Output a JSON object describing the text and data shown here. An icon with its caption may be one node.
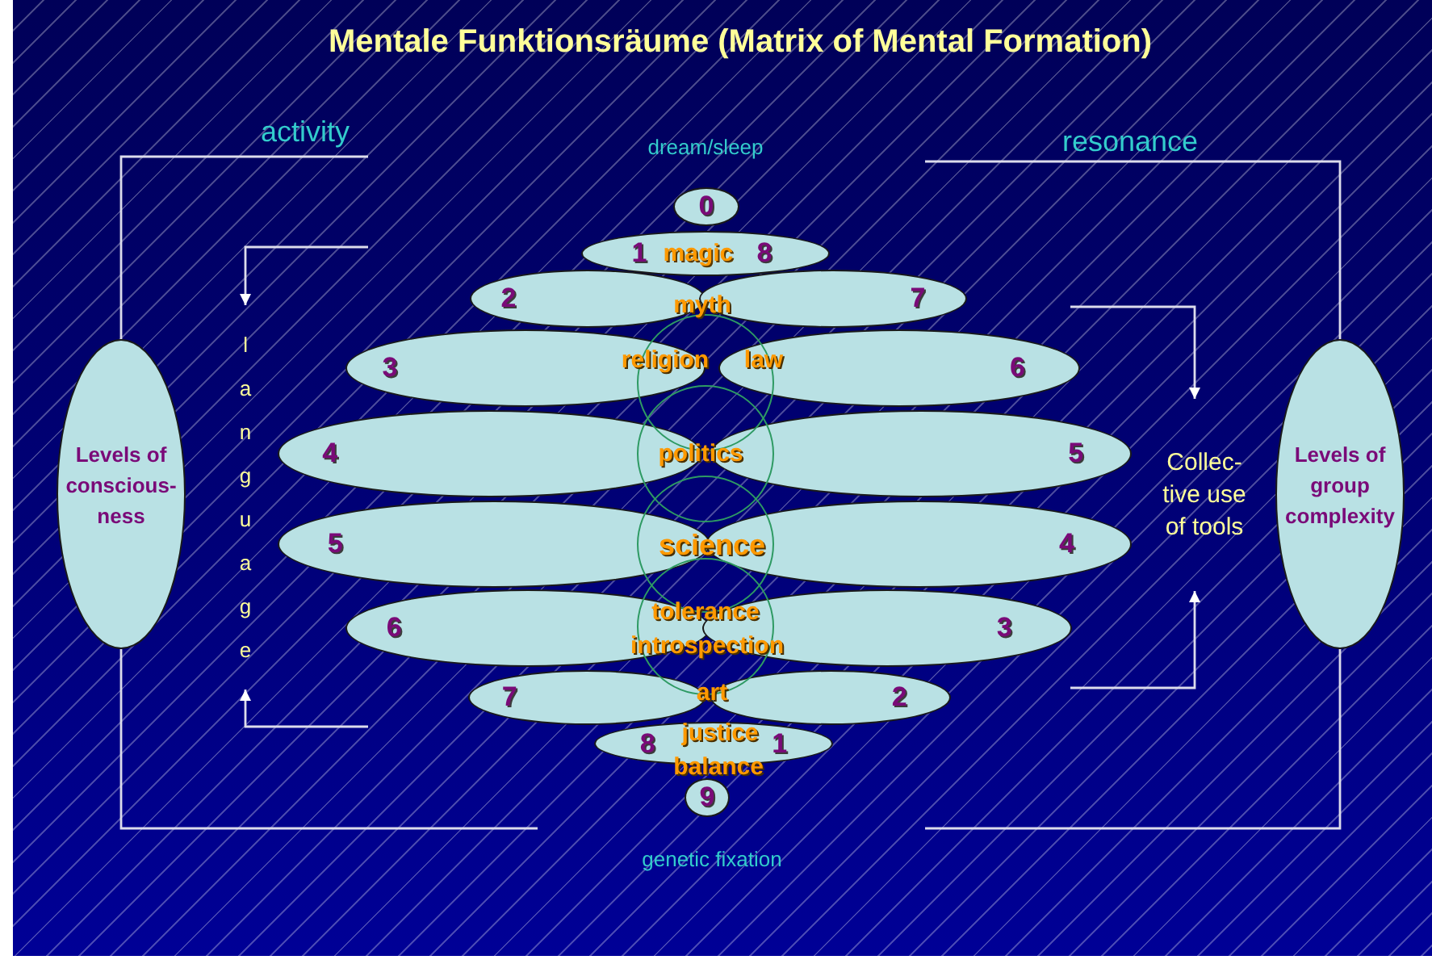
{
  "diagram": {
    "title": "Mentale Funktionsräume (Matrix of Mental Formation)",
    "nodes": [
      {
        "text": [
          "0"
        ]
      },
      {
        "text": [
          "1",
          "magic",
          "8"
        ]
      },
      {
        "text": [
          "2"
        ]
      },
      {
        "text": [
          "7"
        ]
      },
      {
        "text": [
          "3"
        ]
      },
      {
        "text": [
          "6"
        ]
      },
      {
        "text": [
          "4"
        ]
      },
      {
        "text": [
          "5"
        ]
      },
      {
        "text": [
          "5"
        ]
      },
      {
        "text": [
          "4"
        ]
      },
      {
        "text": [
          "6"
        ]
      },
      {
        "text": [
          "3"
        ]
      },
      {
        "text": [
          "7"
        ]
      },
      {
        "text": [
          "2"
        ]
      },
      {
        "text": [
          "8",
          "1"
        ]
      },
      {
        "text": [
          "9"
        ]
      },
      {
        "text": [
          "Levels of conscious- ness"
        ]
      },
      {
        "text": [
          "language"
        ]
      },
      {
        "text": [
          "Collec- tive use of tools"
        ]
      },
      {
        "text": [
          "Levels of group complexity"
        ]
      }
    ],
    "edges": [
      {
        "from": null,
        "to": 17,
        "arrow": "to"
      },
      {
        "from": null,
        "to": 17,
        "arrow": "to"
      },
      {
        "from": null,
        "to": 18,
        "arrow": "to"
      },
      {
        "from": null,
        "to": 18,
        "arrow": "to"
      },
      {
        "from": null,
        "to": 16,
        "arrow": "none"
      },
      {
        "from": null,
        "to": 16,
        "arrow": "none"
      },
      {
        "from": null,
        "to": 19,
        "arrow": "none"
      },
      {
        "from": null,
        "to": 19,
        "arrow": "none"
      }
    ],
    "labels": [
      "activity",
      "resonance",
      "dream/sleep",
      "myth",
      "religion",
      "law",
      "politics",
      "science",
      "tolerance",
      "introspection",
      "art",
      "justice",
      "balance",
      "genetic fixation"
    ]
  }
}
